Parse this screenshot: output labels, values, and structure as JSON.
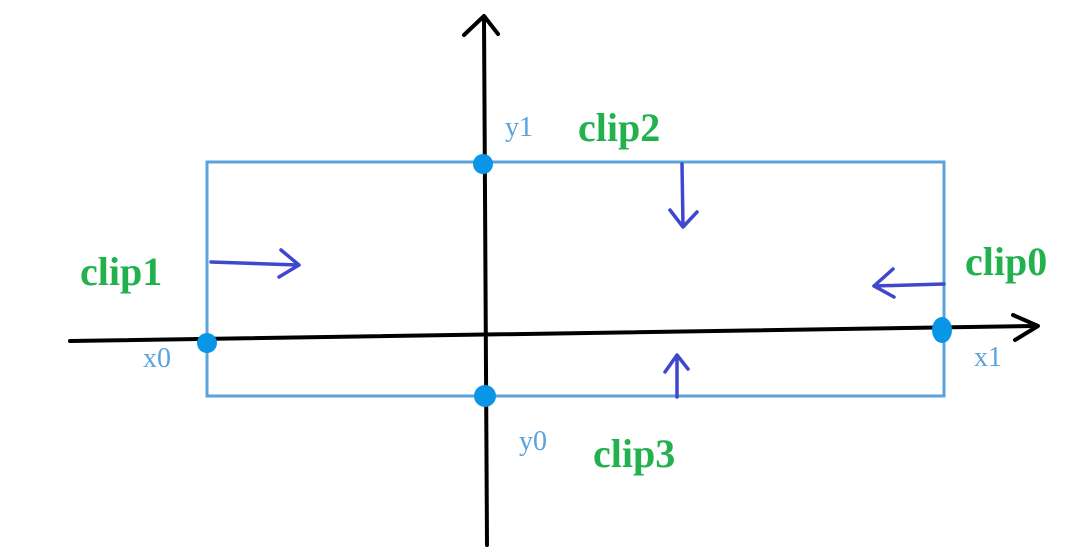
{
  "colors": {
    "axis": "#000000",
    "rectangle": "#5aa3dc",
    "point": "#0a96e6",
    "arrow": "#3f48cc",
    "clip_label": "#22b14c",
    "coord_label": "#5aa3dc"
  },
  "labels": {
    "clip0": "clip0",
    "clip1": "clip1",
    "clip2": "clip2",
    "clip3": "clip3",
    "x0": "x0",
    "x1": "x1",
    "y0": "y0",
    "y1": "y1"
  }
}
